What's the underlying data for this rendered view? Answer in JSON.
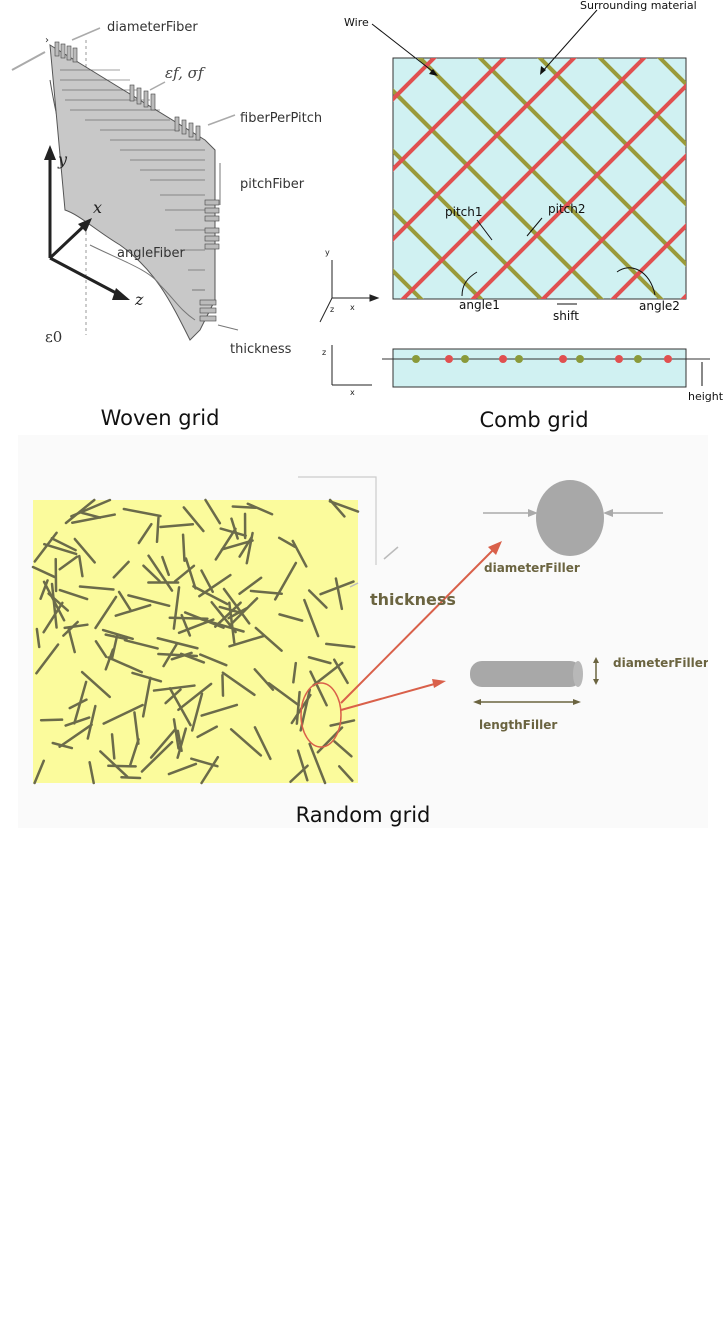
{
  "woven": {
    "caption": "Woven grid",
    "labels": {
      "diameter": "diameterFiber",
      "eps_sigma": "εf, σf",
      "fiber_per_pitch": "fiberPerPitch",
      "pitch": "pitchFiber",
      "angle": "angleFiber",
      "thickness": "thickness",
      "x": "x",
      "y": "y",
      "z": "z",
      "eps0": "ε0"
    },
    "colors": {
      "arrow": "#222222",
      "fiber": "#9a9a9a",
      "fiber_edge": "#444444"
    }
  },
  "comb": {
    "caption": "Comb grid",
    "labels": {
      "wire": "Wire",
      "surrounding": "Surrounding material",
      "pitch1": "pitch1",
      "pitch2": "pitch2",
      "angle1": "angle1",
      "angle2": "angle2",
      "shift": "shift",
      "height": "height",
      "axis_x": "x",
      "axis_y": "y",
      "axis_z": "z"
    },
    "colors": {
      "background": "#d0f1f2",
      "wire_red": "#e05050",
      "wire_olive": "#9a9a3a"
    }
  },
  "random": {
    "caption": "Random grid",
    "labels": {
      "thickness": "thickness",
      "diameter_top": "diameterFiller",
      "diameter_side": "diameterFiller",
      "length": "lengthFiller"
    },
    "colors": {
      "background": "#fbfb9c",
      "filler": "#6b6b4a",
      "highlight": "#d9604a",
      "shape": "#a8a8a8"
    }
  }
}
